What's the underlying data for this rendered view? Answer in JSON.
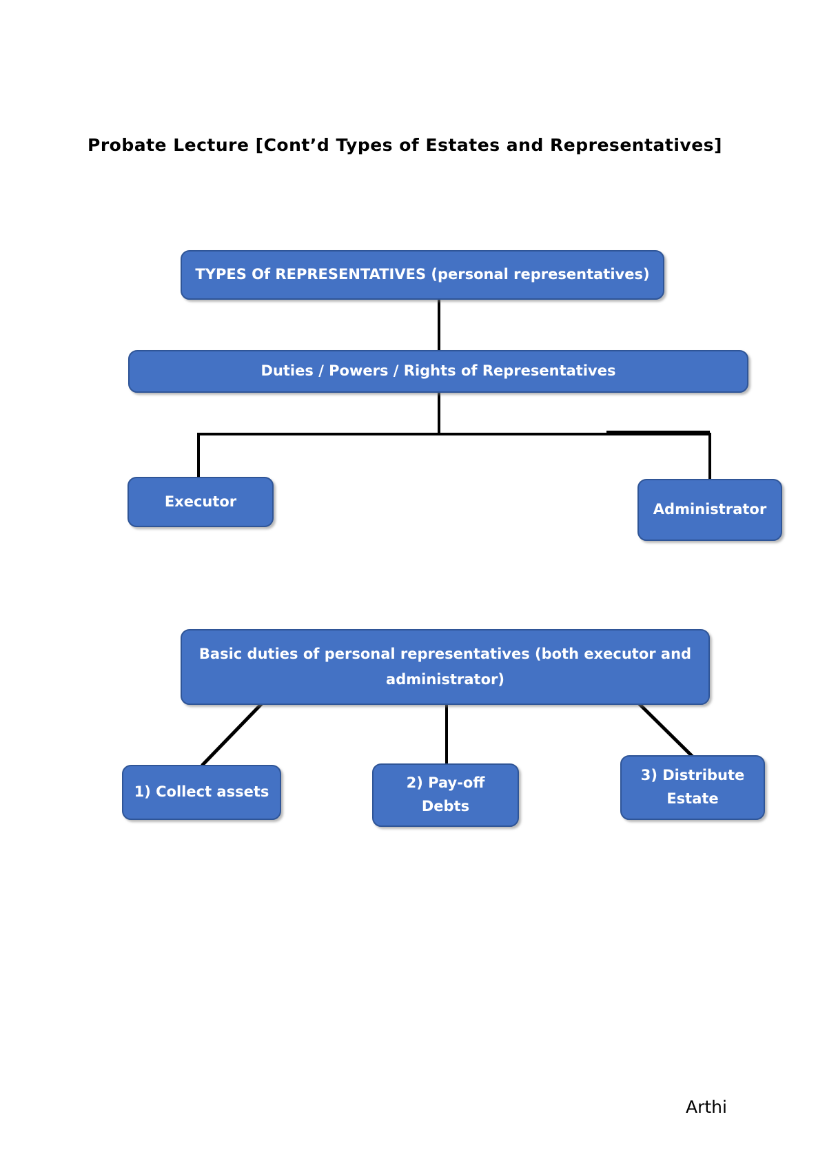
{
  "page": {
    "title": "Probate Lecture [Cont’d Types of Estates and Representatives]",
    "signature": "Arthi"
  },
  "colors": {
    "box_fill": "#4472C4",
    "box_border": "#2F5597",
    "box_text": "#FFFFFF",
    "connector": "#000000",
    "title_text": "#000000",
    "page_background": "#FFFFFF"
  },
  "diagram": {
    "nodes": {
      "types": {
        "label": "TYPES Of REPRESENTATIVES (personal representatives)"
      },
      "duties": {
        "label": "Duties / Powers / Rights of Representatives"
      },
      "executor": {
        "label": "Executor"
      },
      "administrator": {
        "label": "Administrator"
      },
      "basic": {
        "label": "Basic duties of personal representatives (both executor and administrator)"
      },
      "collect": {
        "label": "1) Collect assets"
      },
      "payoff": {
        "label": "2) Pay-off Debts"
      },
      "distribute": {
        "label": "3) Distribute Estate"
      }
    },
    "edges": [
      {
        "from": "types",
        "to": "duties"
      },
      {
        "from": "duties",
        "to": "executor"
      },
      {
        "from": "duties",
        "to": "administrator"
      },
      {
        "from": "basic",
        "to": "collect"
      },
      {
        "from": "basic",
        "to": "payoff"
      },
      {
        "from": "basic",
        "to": "distribute"
      }
    ]
  }
}
